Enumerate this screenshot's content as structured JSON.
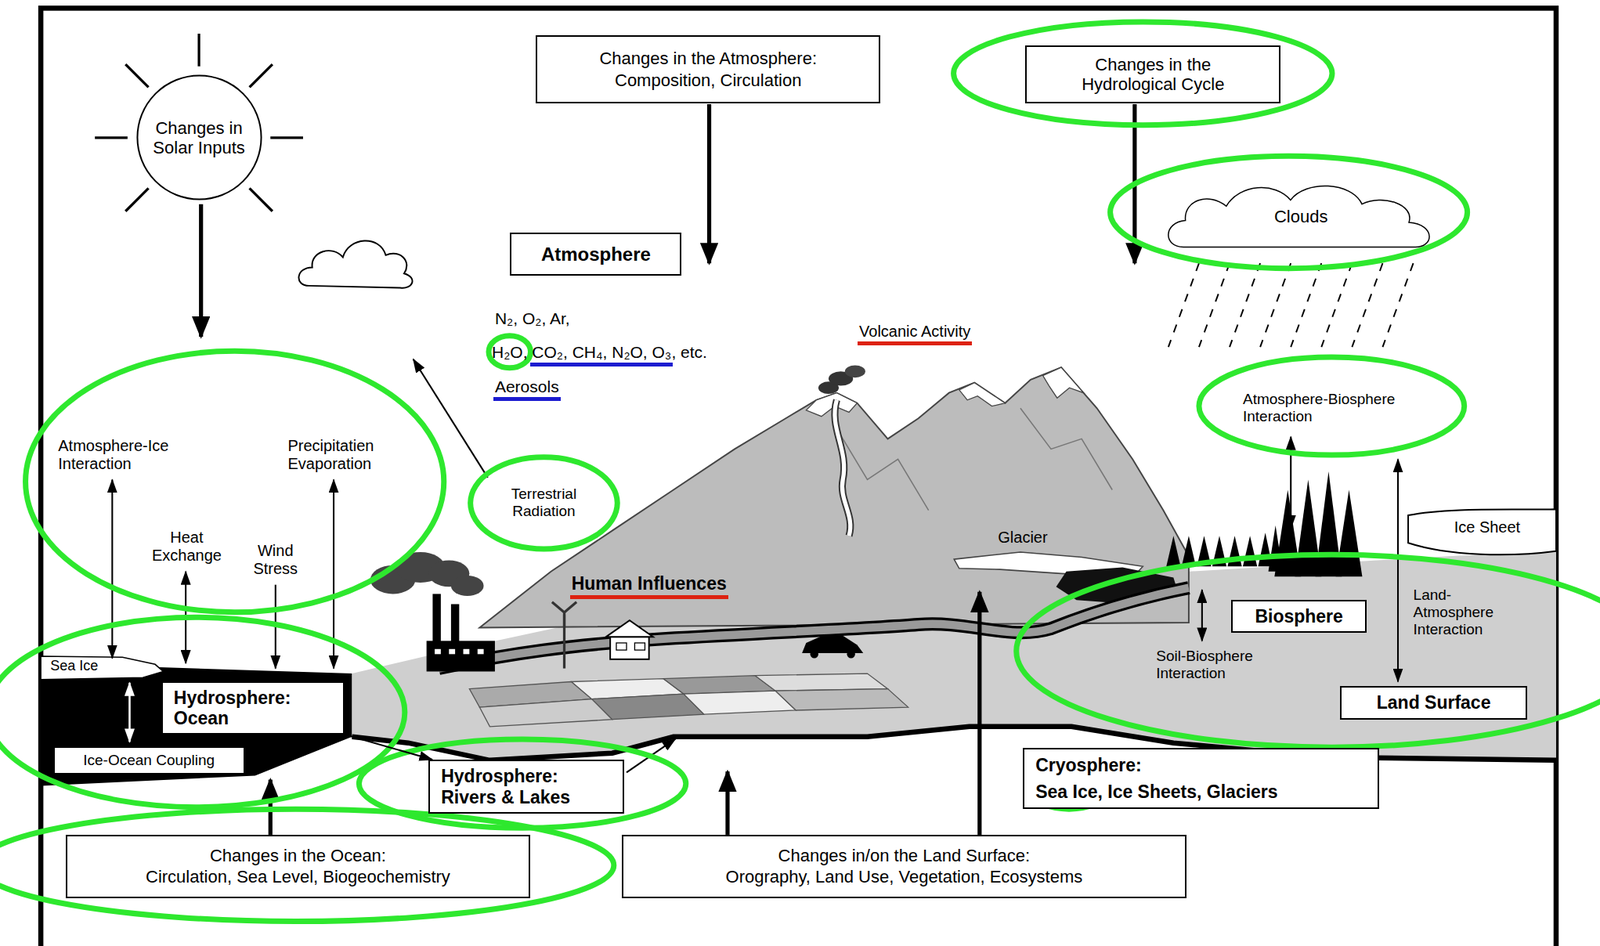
{
  "diagram": {
    "nodes": [
      {
        "text": [
          "Changes in Solar Inputs"
        ]
      },
      {
        "text": [
          "Changes in the Atmosphere:",
          "Composition, Circulation"
        ]
      },
      {
        "text": [
          "Changes in the Hydrological Cycle"
        ]
      },
      {
        "text": [
          "Atmosphere"
        ]
      },
      {
        "text": [
          "Clouds"
        ]
      },
      {
        "text": [
          "Hydrosphere: Ocean"
        ]
      },
      {
        "text": [
          "Ice-Ocean Coupling"
        ]
      },
      {
        "text": [
          "Hydrosphere: Rivers & Lakes"
        ]
      },
      {
        "text": [
          "Biosphere"
        ]
      },
      {
        "text": [
          "Land Surface"
        ]
      },
      {
        "text": [
          "Cryosphere:",
          "Sea Ice, Ice Sheets, Glaciers"
        ]
      },
      {
        "text": [
          "Changes in the Ocean:",
          "Circulation, Sea Level, Biogeochemistry"
        ]
      },
      {
        "text": [
          "Changes in/on the Land Surface:",
          "Orography, Land Use, Vegetation, Ecosystems"
        ]
      }
    ],
    "edges": [
      {
        "from": 5,
        "to": 7,
        "arrow": "to"
      }
    ],
    "labels": [
      "N₂, O₂, Ar,",
      "H₂O, CO₂, CH₄, N₂O, O₃, etc.",
      "Aerosols",
      "Volcanic Activity",
      "Atmosphere-Biosphere Interaction",
      "Atmosphere-Ice Interaction",
      "Precipitatien Evaporation",
      "Terrestrial Radiation",
      "Ice Sheet",
      "Heat Exchange",
      "Wind Stress",
      "Glacier",
      "Human Influences",
      "Land- Atmosphere Interaction",
      "Sea Ice",
      "Soil-Biosphere Interaction"
    ]
  }
}
